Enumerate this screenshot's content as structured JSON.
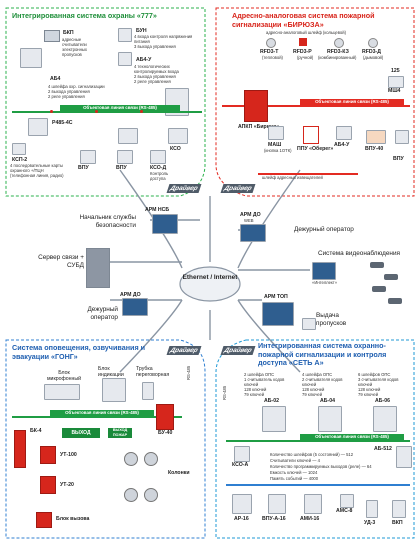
{
  "q1": {
    "title": "Интегрированная система охраны «777»",
    "bkp": "БКП",
    "bkp_note": "адресные считыватели электронных пропусков",
    "bun": "БУН",
    "bun_note": "4 входа контроля напряжения питания\n3 выхода управления",
    "ab4u": "АБ4-У",
    "ab4u_note": "4 технологических контролируемых входа\n2 выхода управления\n2 реле управления",
    "ab4": "АБ4",
    "ab4_note": "4 шлейфа охр. сигнализации\n2 выхода управления\n2 реле управления",
    "bus": "Объектовая линия связи (RS-485)",
    "r485": "Р485-4С",
    "kso": "КСО",
    "kso_d": "КСО-Д",
    "kso_note": "Контроль доступа",
    "kpl2": "КСП-2",
    "kpl2_note": "4 последовательные карты охранного +/ПЦН\n(телефонная линия, радио)",
    "vpu": "ВПУ",
    "vpu2": "ВПУ",
    "driver": "Драйвер"
  },
  "q2": {
    "title": "Адресно-аналоговая система пожарной сигнализации «БИРЮЗА»",
    "loop": "адресно-аналоговый шлейф (кольцевой)",
    "rfd3t": "RFD3-Т",
    "rfd3t_note": "(тепловой)",
    "rfd3p": "RFD3-Р",
    "rfd3p_note": "(ручной)",
    "rfd3k": "RFD3-КЗ",
    "rfd3k_note": "(комбинированный)",
    "rfd3d": "RFD3-Д",
    "rfd3d_note": "(дымовой)",
    "count": "125",
    "mshch": "МШ4",
    "bus": "Объектовая линия связи (RS-485)",
    "mash": "МАШ",
    "mash_note": "(кнопка 1ОТК)",
    "ppu": "ППУ «Оберег»",
    "ab4u": "АБ4-У",
    "vpu40": "ВПУ-40",
    "vpu": "ВПУ",
    "apkp": "АПКП «Бирюза»",
    "loop_note": "шлейф адресных извещателей",
    "driver": "Драйвер"
  },
  "center": {
    "arm_nsb": "АРМ НСБ",
    "boss": "Начальник службы безопасности",
    "server": "Сервер связи + СУБД",
    "arm_do": "АРМ ДО",
    "guard": "Дежурный оператор",
    "ethernet": "Ethernet / Internet",
    "arm_do_web": "АРМ ДО",
    "arm_do_web_sub": "WEB",
    "guard2": "Дежурный оператор",
    "cctv": "Система видеонаблюдения",
    "cctv_soft": "«Интеллект»",
    "arm_top": "АРМ ТОП",
    "pass": "Выдача пропусков"
  },
  "q3": {
    "title": "Система оповещения, озвучивания и эвакуации «ГОНГ»",
    "mic": "Блок микрофонный",
    "ind": "Блок индикации",
    "phone": "Трубка переговорная",
    "bus": "Объектовая линия связи (RS-485)",
    "bk4": "БК-4",
    "exit1": "ВЫХОД",
    "exit2": "ВЫХОД ПОЖАР",
    "by40": "БУ-40",
    "ut100": "УТ-100",
    "ut20": "УТ-20",
    "speakers": "Колонки",
    "call": "Блок вызова",
    "driver": "Драйвер",
    "rs485": "RS-485"
  },
  "q4": {
    "title": "Интегрированная система охранно-пожарной сигнализации и контроля доступа «СЕТЬ А»",
    "ab02_spec": "2 шлейфа ОПС\n1 считыватель кодов ключей\n128 ключей\n79 ключей",
    "ab04_spec": "4 шлейфа ОПС\n2 считывателя кодов ключей\n128 ключей\n79 ключей",
    "ab06_spec": "6 шлейфов ОПС\n3 считывателя кодов ключей\n128 ключей\n79 ключей",
    "ab02": "АБ-02",
    "ab04": "АБ-04",
    "ab06": "АБ-06",
    "bus": "Объектовая линия связи (RS-485)",
    "kso": "КСО-А",
    "ab512": "АБ-512",
    "spec1": "Количество шлейфов (5 состояний) — 512",
    "spec2": "Считыватели ключей — 4",
    "spec3": "Количество программируемых выходов (реле) — 64",
    "spec4": "Емкость ключей — 1024",
    "spec5": "Память событий — 4000",
    "ar16": "АР-16",
    "vpu16": "ВПУ-А-16",
    "amm16": "АМИ-16",
    "ams8": "АМС-8",
    "ud3": "УД-3",
    "vkp": "ВКП",
    "driver": "Драйвер",
    "rs485": "RS-485"
  },
  "colors": {
    "q1_border": "#2bb24c",
    "q2_border": "#e32b22",
    "q3_border": "#2f7fd1",
    "q4_border": "#1f9ad6",
    "bus": "#1f9d44",
    "bus_alt": "#e32b22",
    "title_green": "#1f8f3a",
    "title_red": "#d8241a",
    "title_blue": "#1f5fb0"
  }
}
